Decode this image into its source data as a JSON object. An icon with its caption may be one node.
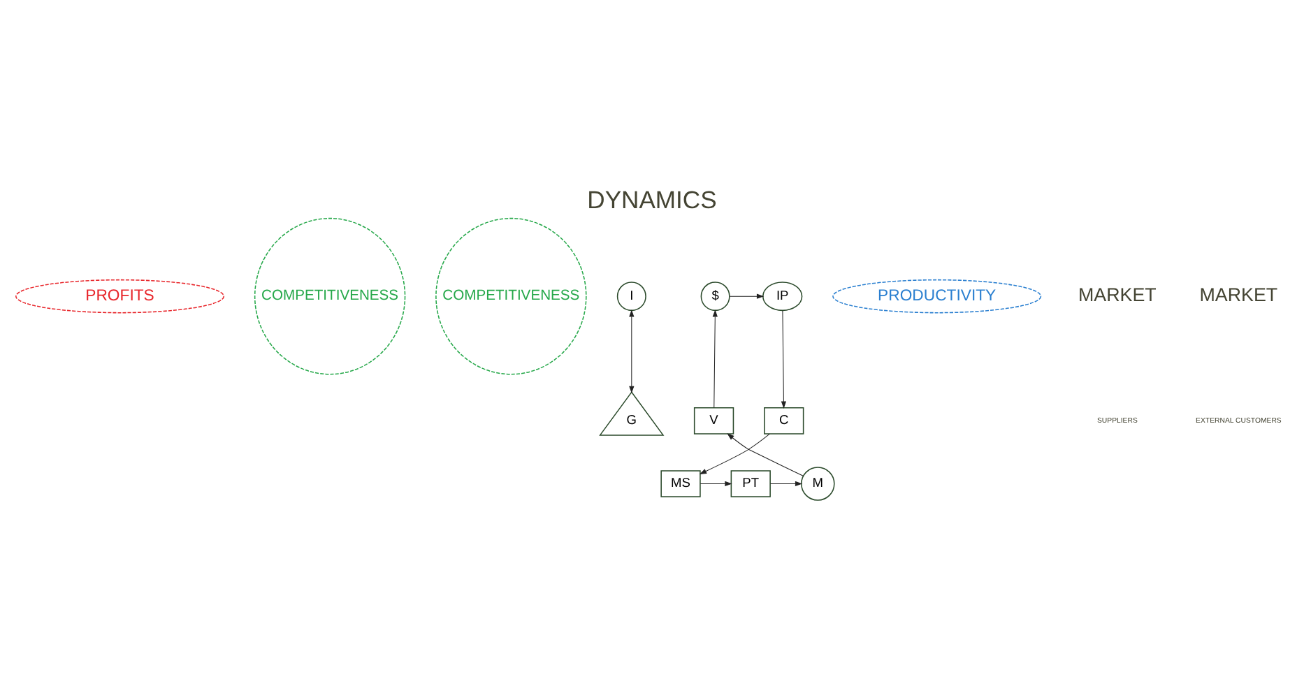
{
  "diagram": {
    "title": "DYNAMICS",
    "nodes": [
      {
        "text": [
          "PROFITS"
        ]
      },
      {
        "text": [
          "COMPETITIVENESS"
        ]
      },
      {
        "text": [
          "COMPETITIVENESS"
        ]
      },
      {
        "text": [
          "I"
        ]
      },
      {
        "text": [
          "IP"
        ]
      },
      {
        "text": [
          "$"
        ]
      },
      {
        "text": [
          "G"
        ]
      },
      {
        "text": [
          "C"
        ]
      },
      {
        "text": [
          "V"
        ]
      },
      {
        "text": [
          "MS"
        ]
      },
      {
        "text": [
          "PT"
        ]
      },
      {
        "text": [
          "M"
        ]
      },
      {
        "text": [
          "PRODUCTIVITY"
        ]
      }
    ],
    "edges": [
      {
        "from": 5,
        "to": 4,
        "arrow": "to"
      },
      {
        "from": 3,
        "to": 6,
        "arrow": "both"
      },
      {
        "from": 4,
        "to": 7,
        "arrow": "to"
      },
      {
        "from": 7,
        "to": 9,
        "arrow": "to"
      },
      {
        "from": 9,
        "to": 10,
        "arrow": "to"
      },
      {
        "from": 10,
        "to": 11,
        "arrow": "to"
      },
      {
        "from": 11,
        "to": 8,
        "arrow": "to"
      },
      {
        "from": 8,
        "to": 5,
        "arrow": "to"
      }
    ],
    "labels": [
      "MARKET",
      "SUPPLIERS",
      "MARKET",
      "EXTERNAL CUSTOMERS"
    ]
  }
}
